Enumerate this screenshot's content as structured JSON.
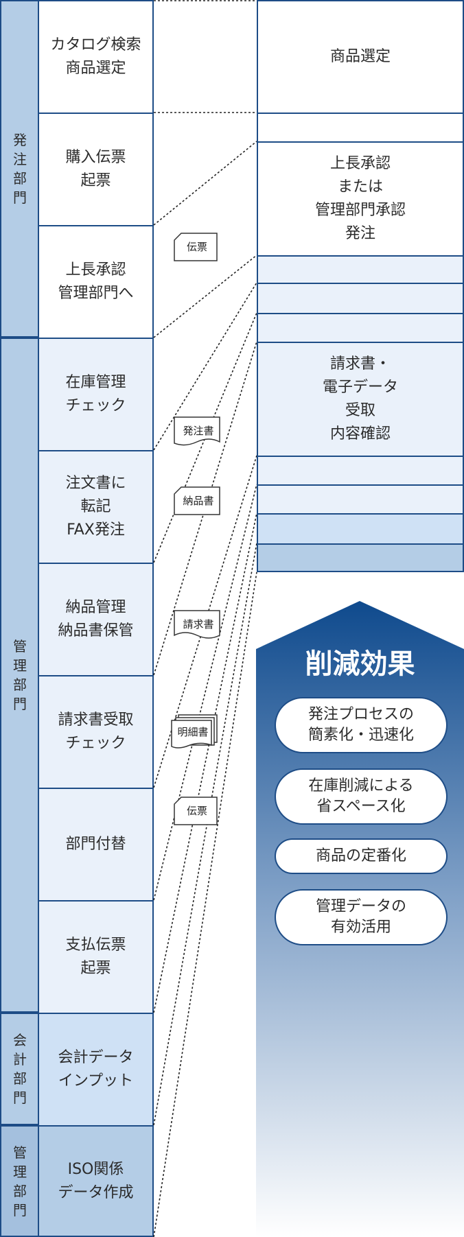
{
  "departments": [
    {
      "label": "発\n注\n部\n門",
      "color": "#b4cde6"
    },
    {
      "label": "管\n理\n部\n門",
      "color": "#b4cde6"
    },
    {
      "label": "会\n計\n部\n門",
      "color": "#b4cde6"
    },
    {
      "label": "管\n理\n部\n門",
      "color": "#a4c0de"
    }
  ],
  "steps": [
    {
      "label": "カタログ検索\n商品選定",
      "color": "#ffffff"
    },
    {
      "label": "購入伝票\n起票",
      "color": "#ffffff"
    },
    {
      "label": "上長承認\n管理部門へ",
      "color": "#ffffff"
    },
    {
      "label": "在庫管理\nチェック",
      "color": "#eaf1fa"
    },
    {
      "label": "注文書に\n転記\nFAX発注",
      "color": "#eaf1fa"
    },
    {
      "label": "納品管理\n納品書保管",
      "color": "#eaf1fa"
    },
    {
      "label": "請求書受取\nチェック",
      "color": "#eaf1fa"
    },
    {
      "label": "部門付替",
      "color": "#eaf1fa"
    },
    {
      "label": "支払伝票\n起票",
      "color": "#eaf1fa"
    },
    {
      "label": "会計データ\nインプット",
      "color": "#cfe1f5"
    },
    {
      "label": "ISO関係\nデータ作成",
      "color": "#b4cde6"
    }
  ],
  "right_flow": [
    {
      "label": "商品選定",
      "color": "#ffffff"
    },
    {
      "label": "",
      "color": "#ffffff"
    },
    {
      "label": "上長承認\nまたは\n管理部門承認\n発注",
      "color": "#ffffff"
    },
    {
      "label": "",
      "color": "#eaf1fa"
    },
    {
      "label": "",
      "color": "#eaf1fa"
    },
    {
      "label": "",
      "color": "#eaf1fa"
    },
    {
      "label": "請求書・\n電子データ\n受取\n内容確認",
      "color": "#eaf1fa"
    },
    {
      "label": "",
      "color": "#eaf1fa"
    },
    {
      "label": "",
      "color": "#eaf1fa"
    },
    {
      "label": "",
      "color": "#cfe1f5"
    },
    {
      "label": "",
      "color": "#b4cde6"
    }
  ],
  "documents": [
    {
      "label": "伝票"
    },
    {
      "label": "発注書"
    },
    {
      "label": "納品書"
    },
    {
      "label": "請求書"
    },
    {
      "label": "明細書"
    },
    {
      "label": "伝票"
    }
  ],
  "effect": {
    "title": "削減効果",
    "benefits": [
      "発注プロセスの\n簡素化・迅速化",
      "在庫削減による\n省スペース化",
      "商品の定番化",
      "管理データの\n有効活用"
    ]
  },
  "colors": {
    "border": "#1d4c86",
    "arrow_top": "#0f4a8d",
    "arrow_bottom": "#ffffff"
  }
}
